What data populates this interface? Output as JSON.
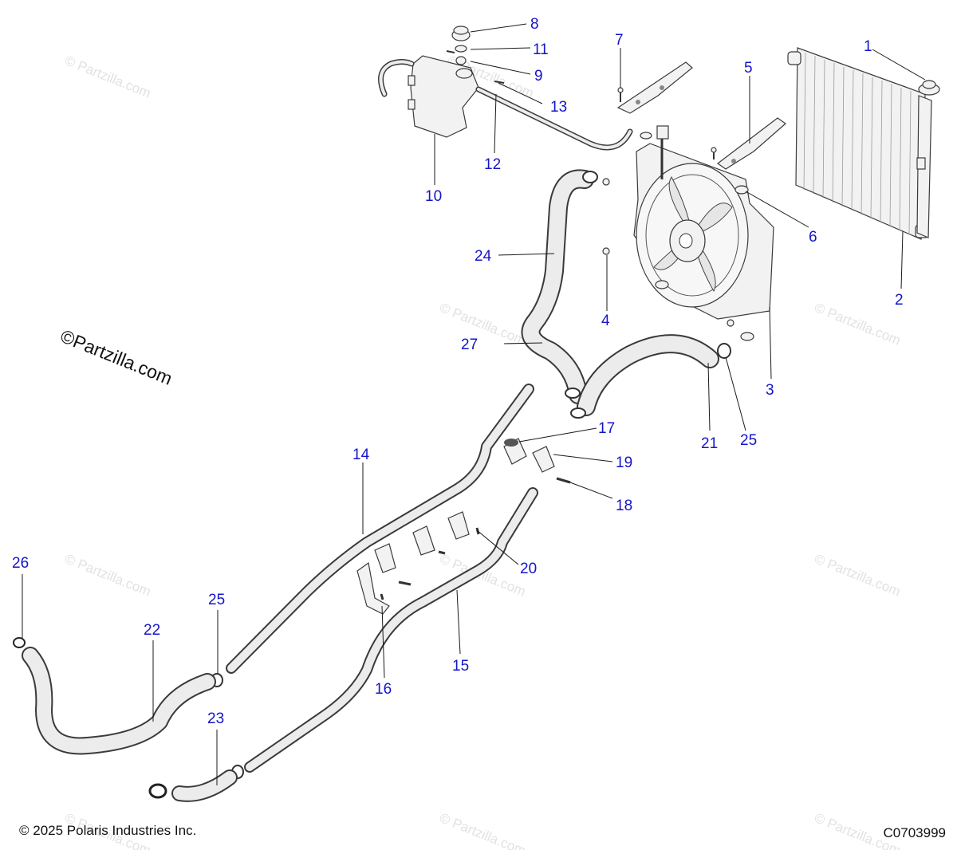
{
  "watermark_text": "© Partzilla.com",
  "logo_text": "©Partzilla.com",
  "footer": {
    "copyright": "© 2025 Polaris Industries Inc.",
    "figure_code": "C0703999"
  },
  "callouts": [
    "1",
    "2",
    "3",
    "4",
    "5",
    "6",
    "7",
    "8",
    "9",
    "10",
    "11",
    "12",
    "13",
    "14",
    "15",
    "16",
    "17",
    "18",
    "19",
    "20",
    "21",
    "22",
    "23",
    "24",
    "25",
    "25",
    "26",
    "27"
  ],
  "colors": {
    "callout": "#1515c8",
    "line": "#1a1a1a",
    "part_outline": "#3a3a3a",
    "part_fill": "#f2f2f2",
    "watermark": "#e2e2e2"
  }
}
